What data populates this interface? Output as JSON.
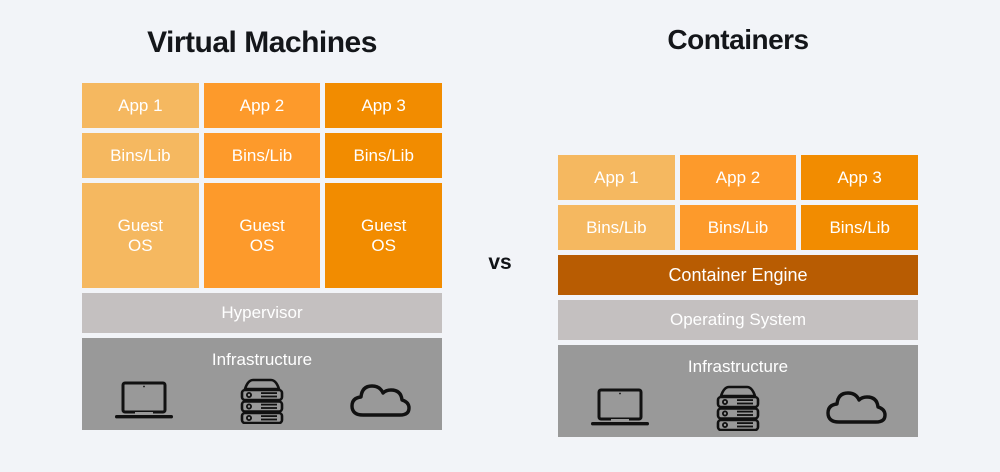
{
  "background_color": "#f2f4f8",
  "separator": {
    "label": "vs"
  },
  "colors": {
    "app_light": "#f5b860",
    "app_mid": "#fd9a2b",
    "app_dark": "#f28c00",
    "container_engine": "#b85c02",
    "os_bar": "#c4c0c0",
    "infrastructure_bar": "#999999",
    "text_on_fill": "#ffffff",
    "title_text": "#14161a"
  },
  "virtual_machines": {
    "title": "Virtual Machines",
    "apps": [
      {
        "label": "App 1",
        "color": "#f5b860"
      },
      {
        "label": "App 2",
        "color": "#fd9a2b"
      },
      {
        "label": "App 3",
        "color": "#f28c00"
      }
    ],
    "bins": [
      {
        "label": "Bins/Lib",
        "color": "#f5b860"
      },
      {
        "label": "Bins/Lib",
        "color": "#fd9a2b"
      },
      {
        "label": "Bins/Lib",
        "color": "#f28c00"
      }
    ],
    "guest_os": [
      {
        "label": "Guest\nOS",
        "color": "#f5b860"
      },
      {
        "label": "Guest\nOS",
        "color": "#fd9a2b"
      },
      {
        "label": "Guest\nOS",
        "color": "#f28c00"
      }
    ],
    "hypervisor": {
      "label": "Hypervisor",
      "color": "#c4c0c0"
    },
    "infrastructure": {
      "label": "Infrastructure",
      "color": "#999999",
      "icons": [
        "laptop-icon",
        "server-rack-icon",
        "cloud-icon"
      ]
    }
  },
  "containers": {
    "title": "Containers",
    "apps": [
      {
        "label": "App 1",
        "color": "#f5b860"
      },
      {
        "label": "App 2",
        "color": "#fd9a2b"
      },
      {
        "label": "App 3",
        "color": "#f28c00"
      }
    ],
    "bins": [
      {
        "label": "Bins/Lib",
        "color": "#f5b860"
      },
      {
        "label": "Bins/Lib",
        "color": "#fd9a2b"
      },
      {
        "label": "Bins/Lib",
        "color": "#f28c00"
      }
    ],
    "container_engine": {
      "label": "Container Engine",
      "color": "#b85c02"
    },
    "operating_system": {
      "label": "Operating System",
      "color": "#c4c0c0"
    },
    "infrastructure": {
      "label": "Infrastructure",
      "color": "#999999",
      "icons": [
        "laptop-icon",
        "server-rack-icon",
        "cloud-icon"
      ]
    }
  }
}
